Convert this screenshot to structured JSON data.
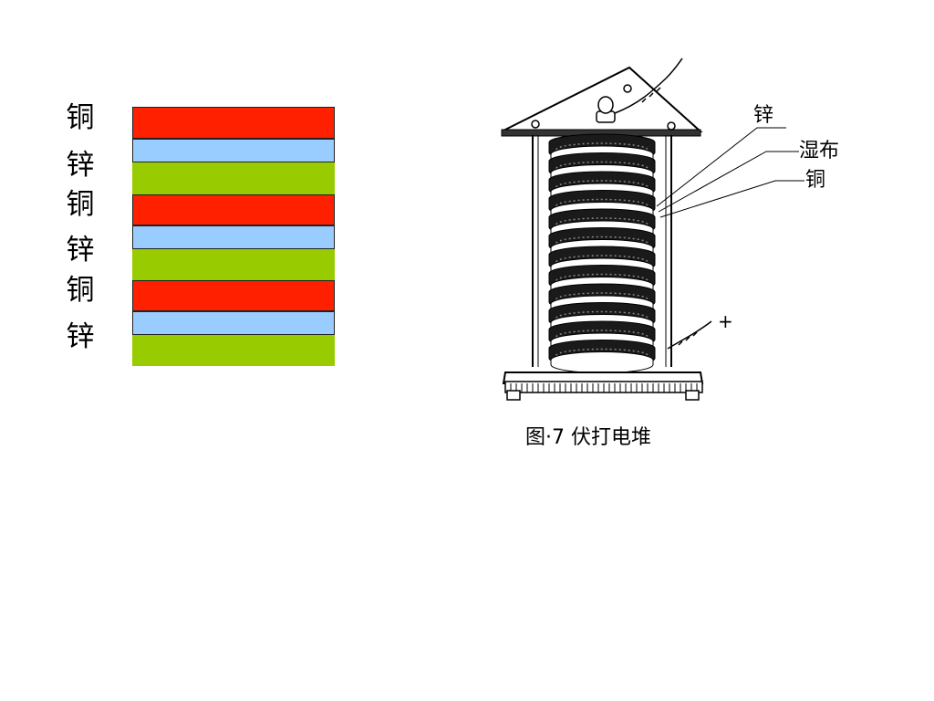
{
  "layers": [
    {
      "label": "铜",
      "kind": "copper"
    },
    {
      "label": "锌",
      "kind": "zinc"
    },
    {
      "label": "铜",
      "kind": "copper"
    },
    {
      "label": "锌",
      "kind": "zinc"
    },
    {
      "label": "铜",
      "kind": "copper"
    },
    {
      "label": "锌",
      "kind": "zinc"
    }
  ],
  "colors": {
    "copper": "#ff2000",
    "cloth": "#99ccff",
    "zinc": "#99cc00"
  },
  "pile": {
    "callouts": {
      "zinc": "锌",
      "wet_cloth": "湿布",
      "copper": "铜"
    },
    "terminal_plus": "+",
    "caption": "图·7 伏打电堆"
  }
}
